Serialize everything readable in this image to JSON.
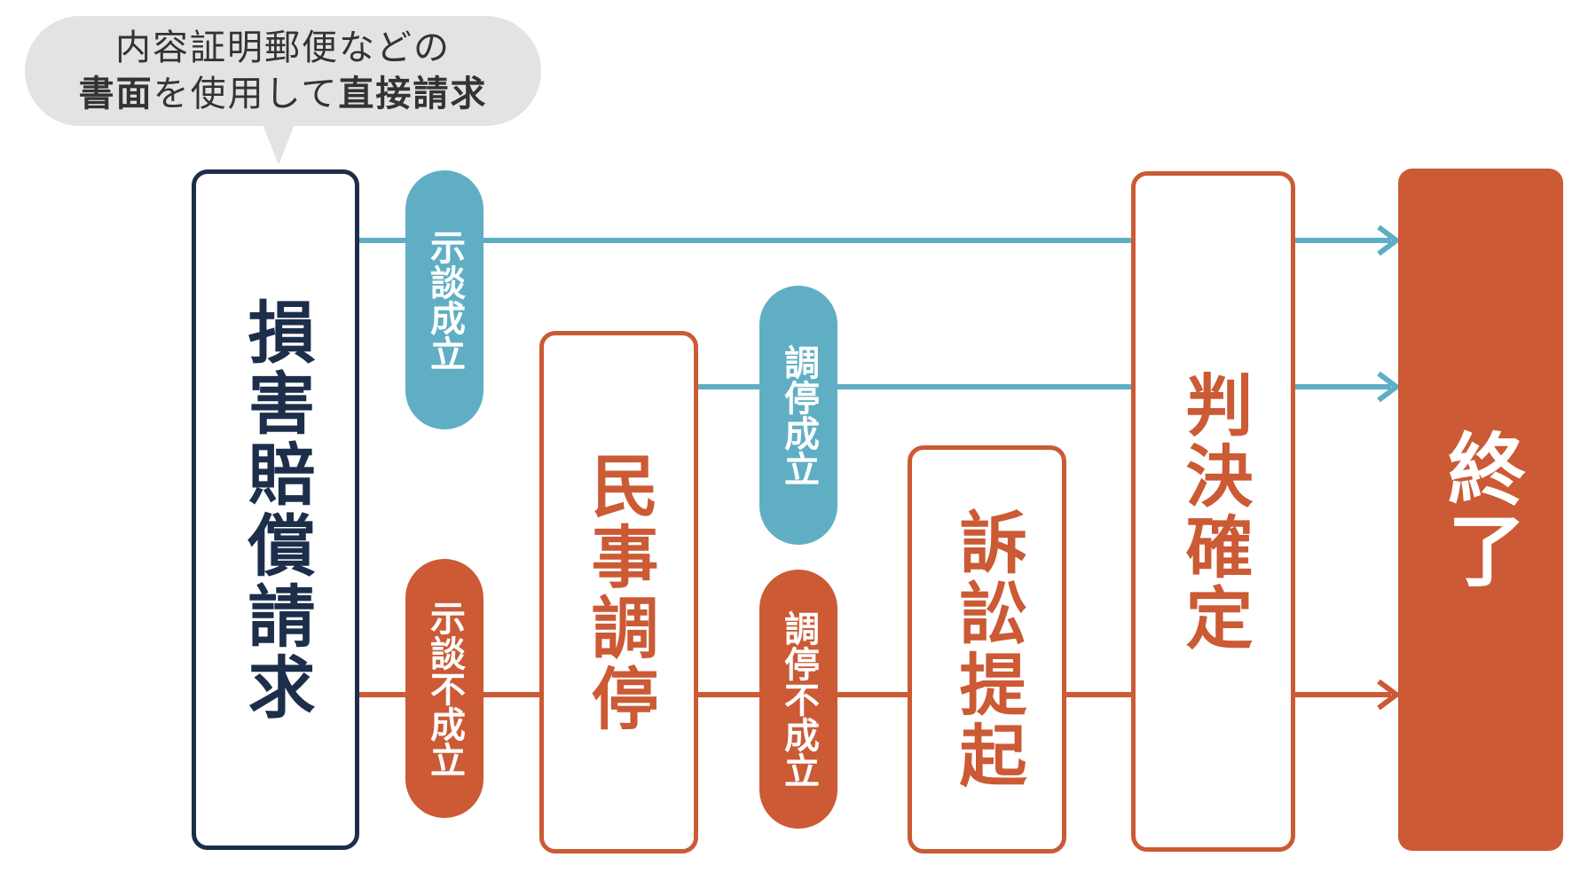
{
  "bubble": {
    "line1": "内容証明郵便などの",
    "line2": [
      {
        "text": "書面",
        "bold": true
      },
      {
        "text": "を使用して",
        "bold": false
      },
      {
        "text": "直接請求",
        "bold": true
      }
    ]
  },
  "boxes": {
    "claim": "損害賠償請求",
    "mediation": "民事調停",
    "lawsuit": "訴訟提起",
    "judgment": "判決確定",
    "end": "終了"
  },
  "pills": {
    "settlement_success": "示談成立",
    "settlement_failure": "示談不成立",
    "mediation_success": "調停成立",
    "mediation_failure": "調停不成立"
  },
  "colors": {
    "navy": "#1c2e4a",
    "orange": "#cb5a35",
    "blue": "#5faec4",
    "bubble_bg": "#e3e3e3"
  }
}
